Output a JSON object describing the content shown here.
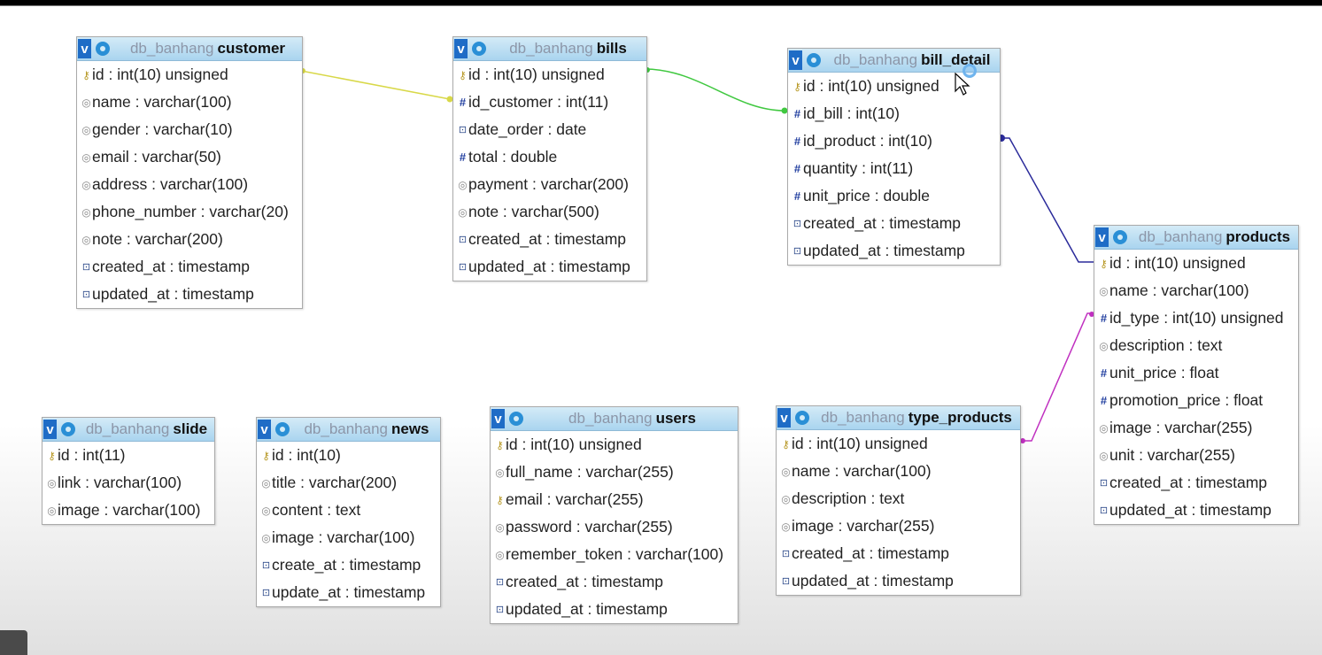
{
  "tables": [
    {
      "db": "db_banhang",
      "name": "customer",
      "columns": [
        {
          "icon": "key",
          "text": "id : int(10) unsigned"
        },
        {
          "icon": "text",
          "text": "name : varchar(100)"
        },
        {
          "icon": "text",
          "text": "gender : varchar(10)"
        },
        {
          "icon": "text",
          "text": "email : varchar(50)"
        },
        {
          "icon": "text",
          "text": "address : varchar(100)"
        },
        {
          "icon": "text",
          "text": "phone_number : varchar(20)"
        },
        {
          "icon": "text",
          "text": "note : varchar(200)"
        },
        {
          "icon": "time",
          "text": "created_at : timestamp"
        },
        {
          "icon": "time",
          "text": "updated_at : timestamp"
        }
      ]
    },
    {
      "db": "db_banhang",
      "name": "bills",
      "columns": [
        {
          "icon": "key",
          "text": "id : int(10) unsigned"
        },
        {
          "icon": "num",
          "text": "id_customer : int(11)"
        },
        {
          "icon": "time",
          "text": "date_order : date"
        },
        {
          "icon": "num",
          "text": "total : double"
        },
        {
          "icon": "text",
          "text": "payment : varchar(200)"
        },
        {
          "icon": "text",
          "text": "note : varchar(500)"
        },
        {
          "icon": "time",
          "text": "created_at : timestamp"
        },
        {
          "icon": "time",
          "text": "updated_at : timestamp"
        }
      ]
    },
    {
      "db": "db_banhang",
      "name": "bill_detail",
      "columns": [
        {
          "icon": "key",
          "text": "id : int(10) unsigned"
        },
        {
          "icon": "num",
          "text": "id_bill : int(10)"
        },
        {
          "icon": "num",
          "text": "id_product : int(10)"
        },
        {
          "icon": "num",
          "text": "quantity : int(11)"
        },
        {
          "icon": "num",
          "text": "unit_price : double"
        },
        {
          "icon": "time",
          "text": "created_at : timestamp"
        },
        {
          "icon": "time",
          "text": "updated_at : timestamp"
        }
      ]
    },
    {
      "db": "db_banhang",
      "name": "products",
      "columns": [
        {
          "icon": "key",
          "text": "id : int(10) unsigned"
        },
        {
          "icon": "text",
          "text": "name : varchar(100)"
        },
        {
          "icon": "num",
          "text": "id_type : int(10) unsigned"
        },
        {
          "icon": "text",
          "text": "description : text"
        },
        {
          "icon": "num",
          "text": "unit_price : float"
        },
        {
          "icon": "num",
          "text": "promotion_price : float"
        },
        {
          "icon": "text",
          "text": "image : varchar(255)"
        },
        {
          "icon": "text",
          "text": "unit : varchar(255)"
        },
        {
          "icon": "time",
          "text": "created_at : timestamp"
        },
        {
          "icon": "time",
          "text": "updated_at : timestamp"
        }
      ]
    },
    {
      "db": "db_banhang",
      "name": "slide",
      "columns": [
        {
          "icon": "key",
          "text": "id : int(11)"
        },
        {
          "icon": "text",
          "text": "link : varchar(100)"
        },
        {
          "icon": "text",
          "text": "image : varchar(100)"
        }
      ]
    },
    {
      "db": "db_banhang",
      "name": "news",
      "columns": [
        {
          "icon": "key",
          "text": "id : int(10)"
        },
        {
          "icon": "text",
          "text": "title : varchar(200)"
        },
        {
          "icon": "text",
          "text": "content : text"
        },
        {
          "icon": "text",
          "text": "image : varchar(100)"
        },
        {
          "icon": "time",
          "text": "create_at : timestamp"
        },
        {
          "icon": "time",
          "text": "update_at : timestamp"
        }
      ]
    },
    {
      "db": "db_banhang",
      "name": "users",
      "columns": [
        {
          "icon": "key",
          "text": "id : int(10) unsigned"
        },
        {
          "icon": "text",
          "text": "full_name : varchar(255)"
        },
        {
          "icon": "key",
          "text": "email : varchar(255)"
        },
        {
          "icon": "text",
          "text": "password : varchar(255)"
        },
        {
          "icon": "text",
          "text": "remember_token : varchar(100)"
        },
        {
          "icon": "time",
          "text": "created_at : timestamp"
        },
        {
          "icon": "time",
          "text": "updated_at : timestamp"
        }
      ]
    },
    {
      "db": "db_banhang",
      "name": "type_products",
      "columns": [
        {
          "icon": "key",
          "text": "id : int(10) unsigned"
        },
        {
          "icon": "text",
          "text": "name : varchar(100)"
        },
        {
          "icon": "text",
          "text": "description : text"
        },
        {
          "icon": "text",
          "text": "image : varchar(255)"
        },
        {
          "icon": "time",
          "text": "created_at : timestamp"
        },
        {
          "icon": "time",
          "text": "updated_at : timestamp"
        }
      ]
    }
  ],
  "relations": [
    {
      "from": "customer",
      "to": "bills",
      "color": "#d8d848"
    },
    {
      "from": "bills",
      "to": "bill_detail",
      "color": "#40c840"
    },
    {
      "from": "bill_detail",
      "to": "products",
      "color": "#2a2a9a"
    },
    {
      "from": "type_products",
      "to": "products",
      "color": "#c030c0"
    }
  ],
  "toggle_label": "v",
  "icons": {
    "key": "key-icon",
    "num": "hash-icon",
    "text": "text-field-icon",
    "time": "timestamp-icon"
  }
}
